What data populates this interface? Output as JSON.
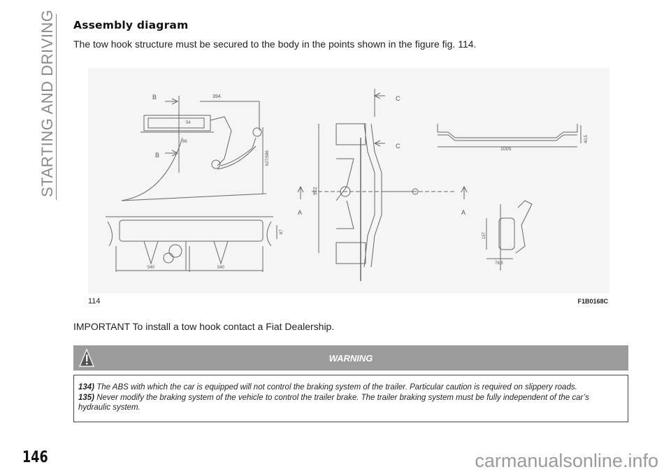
{
  "section_tab": "STARTING AND DRIVING",
  "heading": "Assembly diagram",
  "intro": "The tow hook structure must be secured to the body in the points shown in the figure fig. 114.",
  "figure": {
    "number": "114",
    "code": "F1B0168C",
    "labels": {
      "b_section": "B",
      "dim_394": "394",
      "dim_54": "54",
      "dim_86": "86",
      "dim_vertical": "627/586",
      "b_section_2": "B",
      "c_section": "C",
      "c_section_2": "C",
      "dim_1005": "1005",
      "dim_40_5": "40,5",
      "dim_922": "922",
      "a_section_left": "A",
      "a_section_right": "A",
      "dim_67": "67",
      "dim_540_left": "540",
      "dim_540_right": "540",
      "dim_157": "157",
      "dim_78_5": "78,5"
    }
  },
  "important": "IMPORTANT To install a tow hook contact a Fiat Dealership.",
  "warning": {
    "title": "WARNING",
    "items": [
      {
        "ref": "134)",
        "text": " The ABS with which the car is equipped will not control the braking system of the trailer. Particular caution is required on slippery roads."
      },
      {
        "ref": "135)",
        "text": " Never modify the braking system of the vehicle to control the trailer brake. The trailer braking system must be fully independent of the car’s hydraulic system."
      }
    ]
  },
  "page_number": "146",
  "watermark": "carmanualsonline.info"
}
